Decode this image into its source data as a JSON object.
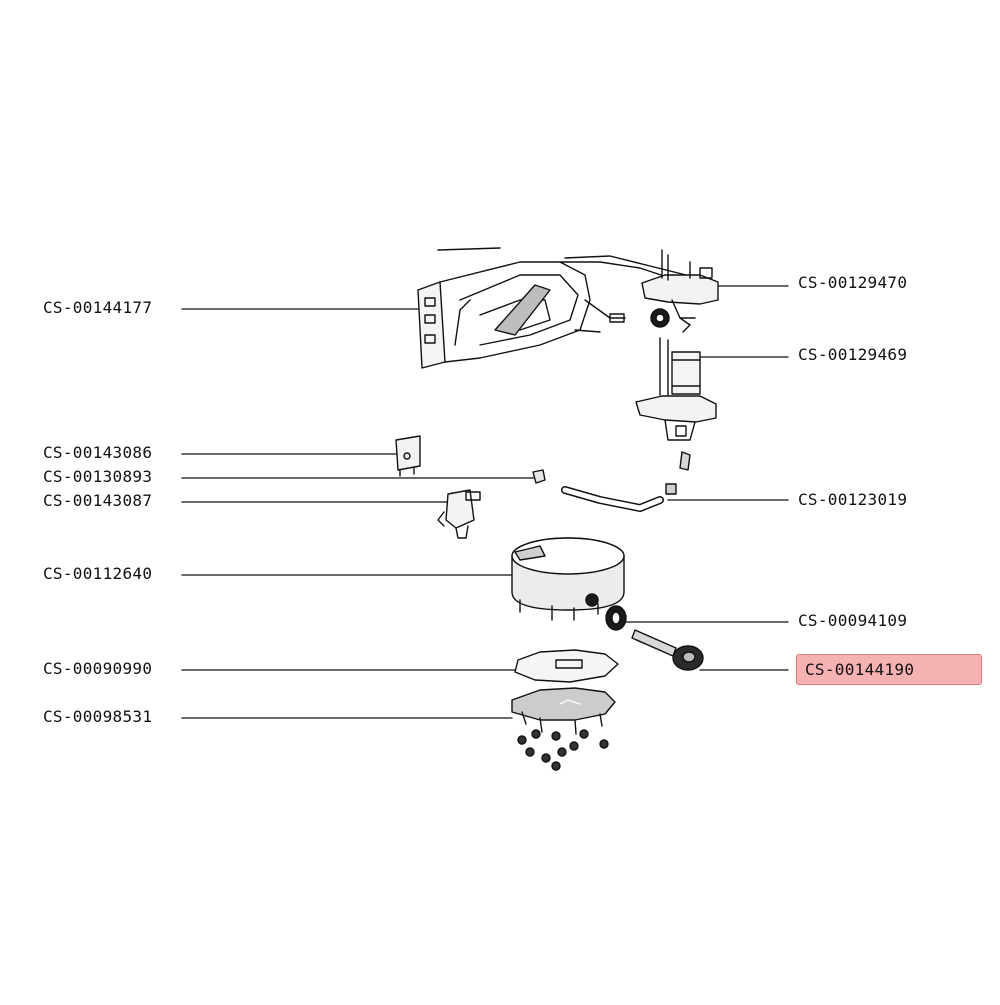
{
  "diagram": {
    "highlight_color": "#f6b2b2",
    "line_color": "#111111",
    "parts": [
      {
        "id": "CS-00144177",
        "side": "left"
      },
      {
        "id": "CS-00143086",
        "side": "left"
      },
      {
        "id": "CS-00130893",
        "side": "left"
      },
      {
        "id": "CS-00143087",
        "side": "left"
      },
      {
        "id": "CS-00112640",
        "side": "left"
      },
      {
        "id": "CS-00090990",
        "side": "left"
      },
      {
        "id": "CS-00098531",
        "side": "left"
      },
      {
        "id": "CS-00129470",
        "side": "right"
      },
      {
        "id": "CS-00129469",
        "side": "right"
      },
      {
        "id": "CS-00123019",
        "side": "right"
      },
      {
        "id": "CS-00094109",
        "side": "right"
      },
      {
        "id": "CS-00144190",
        "side": "right",
        "highlighted": true
      }
    ]
  }
}
